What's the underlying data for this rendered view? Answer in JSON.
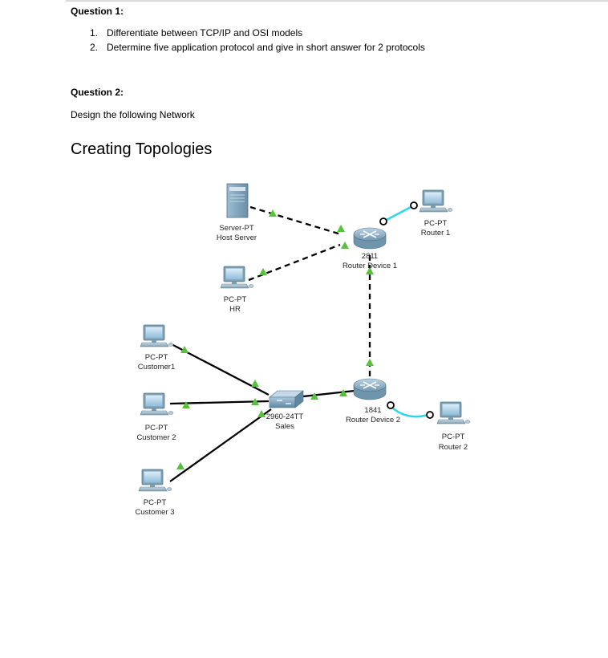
{
  "question1": {
    "heading": "Question 1:",
    "items": [
      {
        "num": "1.",
        "text": "Differentiate between TCP/IP and OSI models"
      },
      {
        "num": "2.",
        "text": "Determine five application protocol and give in short answer for 2 protocols"
      }
    ]
  },
  "question2": {
    "heading": "Question 2:",
    "instruction": "Design the following Network"
  },
  "section_title": "Creating Topologies",
  "topology": {
    "server": {
      "type": "Server-PT",
      "name": "Host Server"
    },
    "router1": {
      "model": "2811",
      "name": "Router Device 1"
    },
    "router2": {
      "model": "1841",
      "name": "Router Device 2"
    },
    "switch": {
      "model": "2960-24TT",
      "name": "Sales"
    },
    "pc_router1": {
      "type": "PC-PT",
      "name": "Router 1"
    },
    "pc_router2": {
      "type": "PC-PT",
      "name": "Router 2"
    },
    "pc_hr": {
      "type": "PC-PT",
      "name": "HR"
    },
    "pc_customer1": {
      "type": "PC-PT",
      "name": "Customer1"
    },
    "pc_customer2": {
      "type": "PC-PT",
      "name": "Customer 2"
    },
    "pc_customer3": {
      "type": "PC-PT",
      "name": "Customer 3"
    }
  }
}
